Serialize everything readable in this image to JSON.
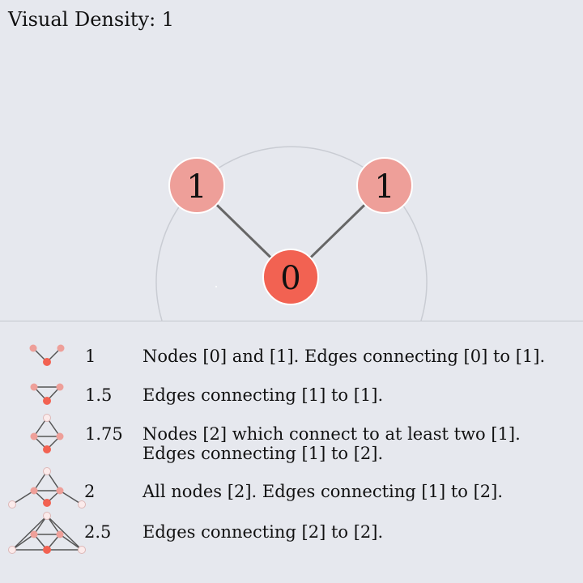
{
  "title": "Visual Density: 1",
  "colors": {
    "background": "#e6e8ee",
    "node_center": "#f26252",
    "node_level1": "#ee9f99",
    "node_level2": "#fbebeb",
    "edge": "#666666",
    "orbit": "#c9ccd3"
  },
  "graph": {
    "nodes": [
      {
        "id": "center",
        "label": "0",
        "level": 0
      },
      {
        "id": "left",
        "label": "1",
        "level": 1
      },
      {
        "id": "right",
        "label": "1",
        "level": 1
      }
    ],
    "edges": [
      [
        "center",
        "left"
      ],
      [
        "center",
        "right"
      ]
    ]
  },
  "legend": [
    {
      "value": "1",
      "lines": [
        "Nodes [0] and [1]. Edges connecting [0] to [1]."
      ],
      "icon": "density-1-icon"
    },
    {
      "value": "1.5",
      "lines": [
        "Edges connecting [1] to [1]."
      ],
      "icon": "density-1-5-icon"
    },
    {
      "value": "1.75",
      "lines": [
        "Nodes [2] which connect to at least two [1].",
        "Edges connecting [1] to [2]."
      ],
      "icon": "density-1-75-icon"
    },
    {
      "value": "2",
      "lines": [
        "All nodes [2]. Edges connecting [1] to [2]."
      ],
      "icon": "density-2-icon"
    },
    {
      "value": "2.5",
      "lines": [
        "Edges connecting [2] to [2]."
      ],
      "icon": "density-2-5-icon"
    }
  ]
}
